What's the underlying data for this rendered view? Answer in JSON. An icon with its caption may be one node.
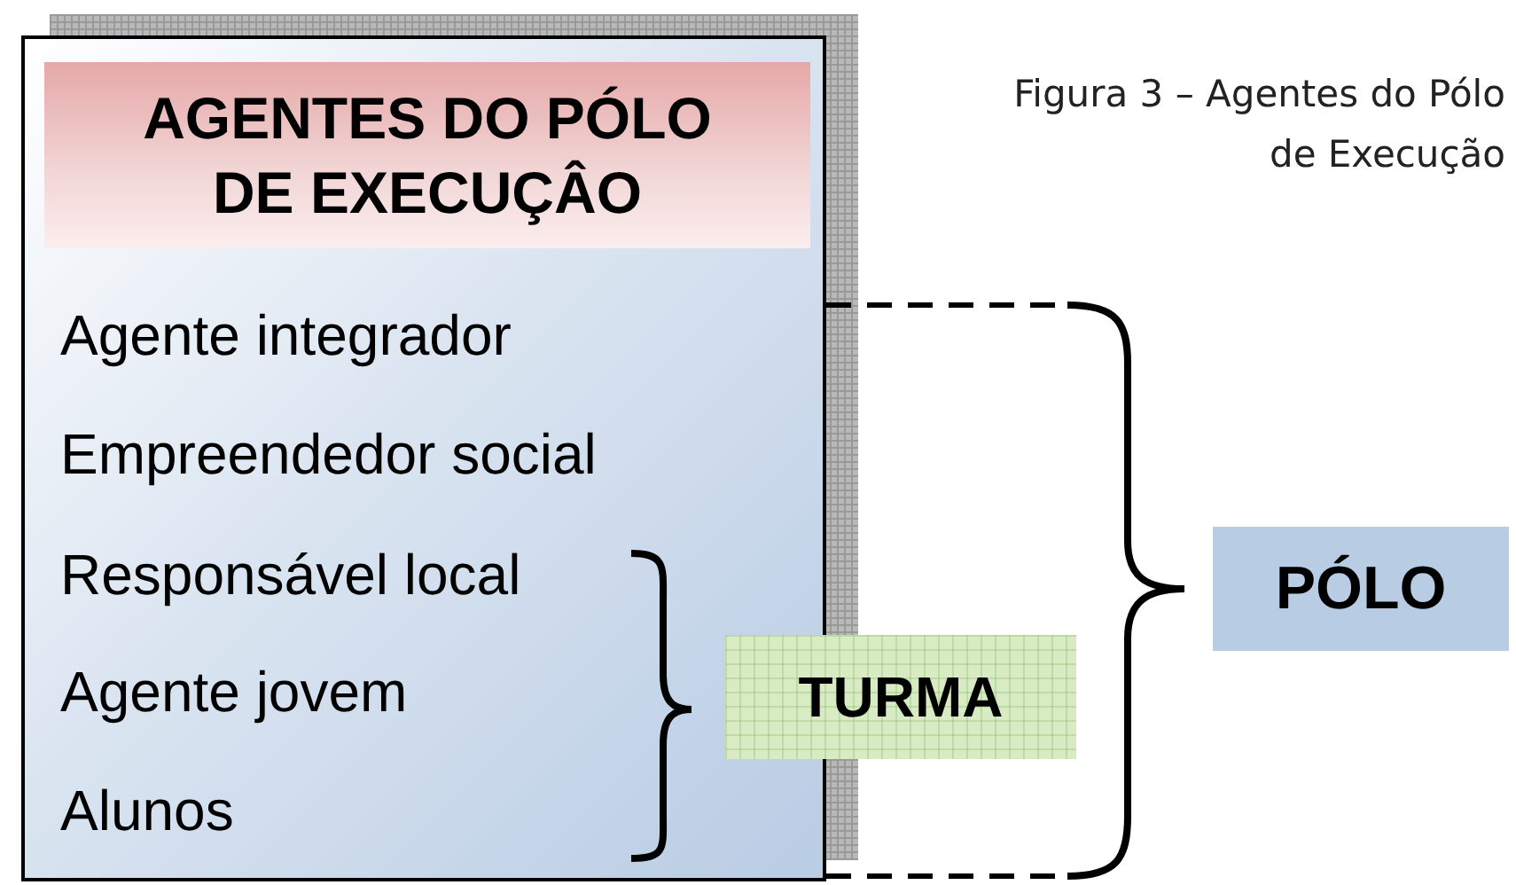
{
  "diagram": {
    "caption": "Figura 3 – Agentes do Pólo de Execução",
    "nodes": [
      {
        "text": [
          "Agente integrador",
          "Empreendedor social",
          "Responsável local",
          "Agente jovem",
          "Alunos"
        ]
      },
      {
        "text": [
          "AGENTES DO PÓLO DE EXECUÇÂO"
        ],
        "in": 0
      },
      {
        "text": [
          "TURMA"
        ]
      },
      {
        "text": [
          "PÓLO"
        ]
      }
    ],
    "edges": []
  }
}
